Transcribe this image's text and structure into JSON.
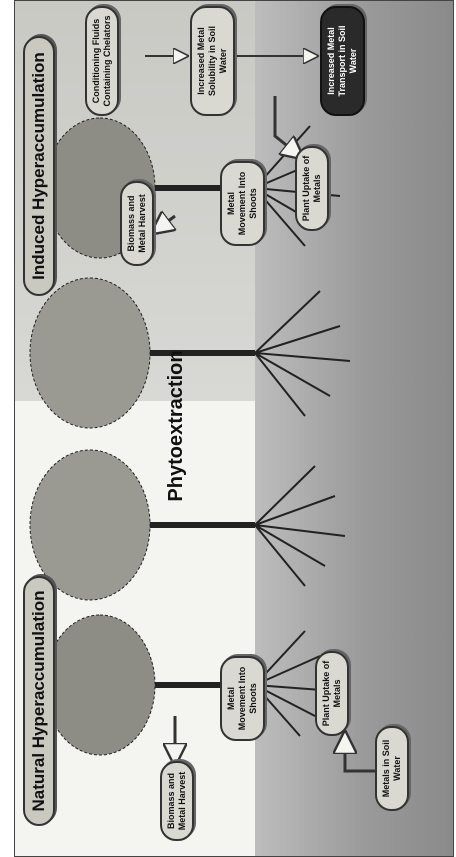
{
  "title": "Phytoextraction",
  "natural": {
    "header": "Natural Hyperaccumulation",
    "biomass": "Biomass and Metal Harvest",
    "movement": "Metal Movement Into Shoots",
    "uptake": "Plant Uptake of Metals",
    "soil": "Metals in Soil Water"
  },
  "induced": {
    "header": "Induced Hyperaccumulation",
    "biomass": "Biomass and Metal Harvest",
    "movement": "Metal Movement Into Shoots",
    "uptake": "Plant Uptake of Metals",
    "fluids": "Conditioning Fluids Containing Chelators",
    "solubility": "Increased Metal Solubility in Soil Water",
    "transport": "Increased Metal Transport in Soil Water"
  }
}
